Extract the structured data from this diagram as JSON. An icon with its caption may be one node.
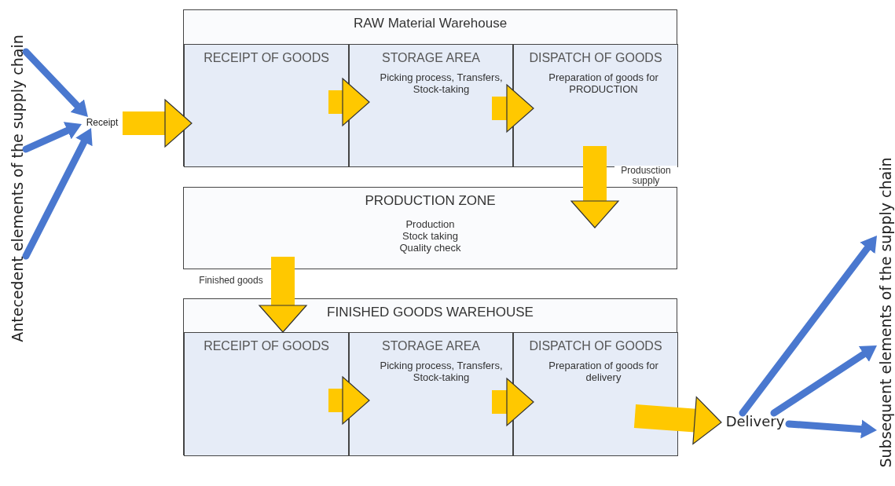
{
  "diagram": {
    "nodes": [
      {
        "text": [
          "RAW Material Warehouse"
        ]
      },
      {
        "text": [
          "RECEIPT OF GOODS"
        ],
        "in": 0
      },
      {
        "text": [
          "STORAGE AREA",
          "Picking process, Transfers, Stock-taking"
        ],
        "in": 0
      },
      {
        "text": [
          "DISPATCH OF GOODS",
          "Preparation of goods for PRODUCTION"
        ],
        "in": 0
      },
      {
        "text": [
          "PRODUCTION ZONE",
          "Production Stock taking Quality check"
        ]
      },
      {
        "text": [
          "FINISHED GOODS WAREHOUSE"
        ]
      },
      {
        "text": [
          "RECEIPT OF GOODS"
        ],
        "in": 5
      },
      {
        "text": [
          "STORAGE AREA",
          "Picking process, Transfers, Stock-taking"
        ],
        "in": 5
      },
      {
        "text": [
          "DISPATCH OF GOODS",
          "Preparation of goods for delivery"
        ],
        "in": 5
      },
      {
        "text": [
          "Antecedent elements of the supply chain"
        ]
      },
      {
        "text": [
          "Receipt"
        ]
      },
      {
        "text": [
          "Delivery"
        ]
      },
      {
        "text": [
          "Subsequent elements of the supply chain"
        ]
      }
    ],
    "edges": [
      {
        "from": 9,
        "to": 10,
        "arrow": "to",
        "color": "#4a78cf"
      },
      {
        "from": 9,
        "to": 10,
        "arrow": "to",
        "color": "#4a78cf"
      },
      {
        "from": 9,
        "to": 10,
        "arrow": "to",
        "color": "#4a78cf"
      },
      {
        "from": 10,
        "to": 1,
        "arrow": "to"
      },
      {
        "from": 1,
        "to": 2,
        "arrow": "to"
      },
      {
        "from": 2,
        "to": 3,
        "arrow": "to"
      },
      {
        "from": 3,
        "to": 4,
        "arrow": "to",
        "label": "Produsction supply"
      },
      {
        "from": 4,
        "to": 6,
        "arrow": "to",
        "label": "Finished goods"
      },
      {
        "from": 6,
        "to": 7,
        "arrow": "to"
      },
      {
        "from": 7,
        "to": 8,
        "arrow": "to"
      },
      {
        "from": 8,
        "to": 11,
        "arrow": "to"
      },
      {
        "from": 11,
        "to": 12,
        "arrow": "to",
        "color": "#4a78cf"
      },
      {
        "from": 11,
        "to": 12,
        "arrow": "to",
        "color": "#4a78cf"
      },
      {
        "from": 11,
        "to": 12,
        "arrow": "to",
        "color": "#4a78cf"
      }
    ]
  }
}
